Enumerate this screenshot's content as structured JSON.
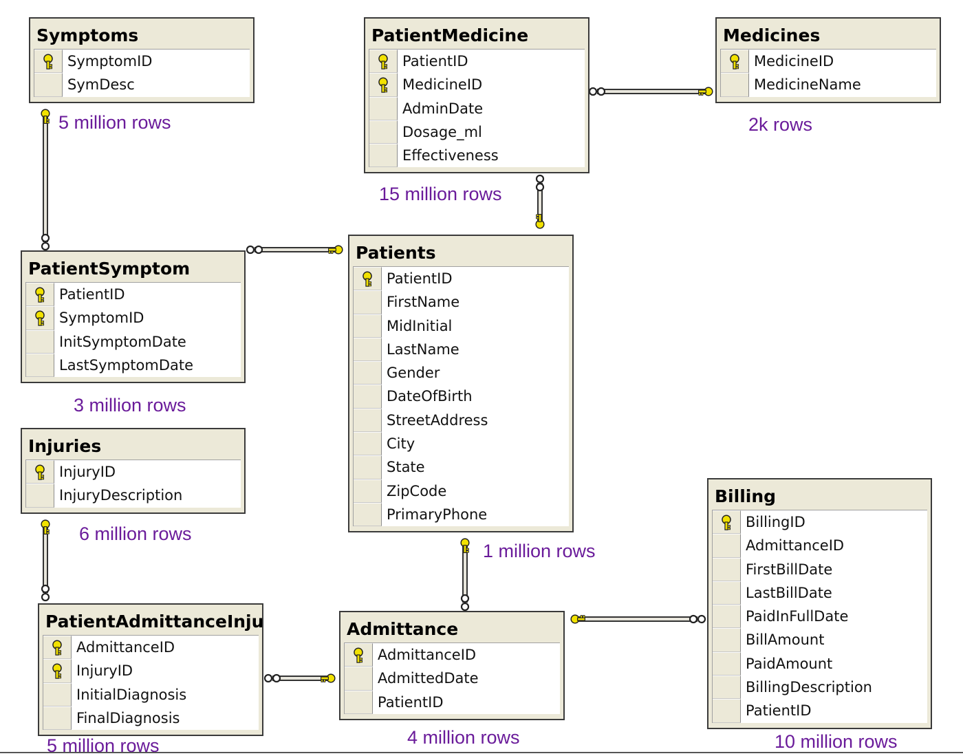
{
  "colors": {
    "table_bg": "#ece9d8",
    "row_count_text": "#6a1b9a",
    "key_fill": "#f2e200",
    "connector": "#3a3a3a"
  },
  "icons": {
    "primary_key": "key-icon",
    "one_end": "key-icon",
    "many_end": "infinity-icon"
  },
  "tables": {
    "symptoms": {
      "title": "Symptoms",
      "row_count": "5 million rows",
      "columns": [
        {
          "name": "SymptomID",
          "pk": true
        },
        {
          "name": "SymDesc",
          "pk": false
        }
      ]
    },
    "patient_medicine": {
      "title": "PatientMedicine",
      "row_count": "15 million rows",
      "columns": [
        {
          "name": "PatientID",
          "pk": true
        },
        {
          "name": "MedicineID",
          "pk": true
        },
        {
          "name": "AdminDate",
          "pk": false
        },
        {
          "name": "Dosage_ml",
          "pk": false
        },
        {
          "name": "Effectiveness",
          "pk": false
        }
      ]
    },
    "medicines": {
      "title": "Medicines",
      "row_count": "2k rows",
      "columns": [
        {
          "name": "MedicineID",
          "pk": true
        },
        {
          "name": "MedicineName",
          "pk": false
        }
      ]
    },
    "patient_symptom": {
      "title": "PatientSymptom",
      "row_count": "3 million rows",
      "columns": [
        {
          "name": "PatientID",
          "pk": true
        },
        {
          "name": "SymptomID",
          "pk": true
        },
        {
          "name": "InitSymptomDate",
          "pk": false
        },
        {
          "name": "LastSymptomDate",
          "pk": false
        }
      ]
    },
    "patients": {
      "title": "Patients",
      "row_count": "1 million rows",
      "columns": [
        {
          "name": "PatientID",
          "pk": true
        },
        {
          "name": "FirstName",
          "pk": false
        },
        {
          "name": "MidInitial",
          "pk": false
        },
        {
          "name": "LastName",
          "pk": false
        },
        {
          "name": "Gender",
          "pk": false
        },
        {
          "name": "DateOfBirth",
          "pk": false
        },
        {
          "name": "StreetAddress",
          "pk": false
        },
        {
          "name": "City",
          "pk": false
        },
        {
          "name": "State",
          "pk": false
        },
        {
          "name": "ZipCode",
          "pk": false
        },
        {
          "name": "PrimaryPhone",
          "pk": false
        }
      ]
    },
    "injuries": {
      "title": "Injuries",
      "row_count": "6 million rows",
      "columns": [
        {
          "name": "InjuryID",
          "pk": true
        },
        {
          "name": "InjuryDescription",
          "pk": false
        }
      ]
    },
    "billing": {
      "title": "Billing",
      "row_count": "10 million rows",
      "columns": [
        {
          "name": "BillingID",
          "pk": true
        },
        {
          "name": "AdmittanceID",
          "pk": false
        },
        {
          "name": "FirstBillDate",
          "pk": false
        },
        {
          "name": "LastBillDate",
          "pk": false
        },
        {
          "name": "PaidInFullDate",
          "pk": false
        },
        {
          "name": "BillAmount",
          "pk": false
        },
        {
          "name": "PaidAmount",
          "pk": false
        },
        {
          "name": "BillingDescription",
          "pk": false
        },
        {
          "name": "PatientID",
          "pk": false
        }
      ]
    },
    "patient_admittance_injury": {
      "title": "PatientAdmittanceInjui",
      "row_count": "5 million rows",
      "columns": [
        {
          "name": "AdmittanceID",
          "pk": true
        },
        {
          "name": "InjuryID",
          "pk": true
        },
        {
          "name": "InitialDiagnosis",
          "pk": false
        },
        {
          "name": "FinalDiagnosis",
          "pk": false
        }
      ]
    },
    "admittance": {
      "title": "Admittance",
      "row_count": "4 million rows",
      "columns": [
        {
          "name": "AdmittanceID",
          "pk": true
        },
        {
          "name": "AdmittedDate",
          "pk": false
        },
        {
          "name": "PatientID",
          "pk": false
        }
      ]
    }
  },
  "relationships": [
    {
      "one": "symptoms",
      "many": "patient_symptom"
    },
    {
      "one": "medicines",
      "many": "patient_medicine"
    },
    {
      "one": "patients",
      "many": "patient_medicine"
    },
    {
      "one": "patients",
      "many": "patient_symptom"
    },
    {
      "one": "patients",
      "many": "admittance"
    },
    {
      "one": "injuries",
      "many": "patient_admittance_injury"
    },
    {
      "one": "admittance",
      "many": "patient_admittance_injury"
    },
    {
      "one": "admittance",
      "many": "billing"
    }
  ]
}
